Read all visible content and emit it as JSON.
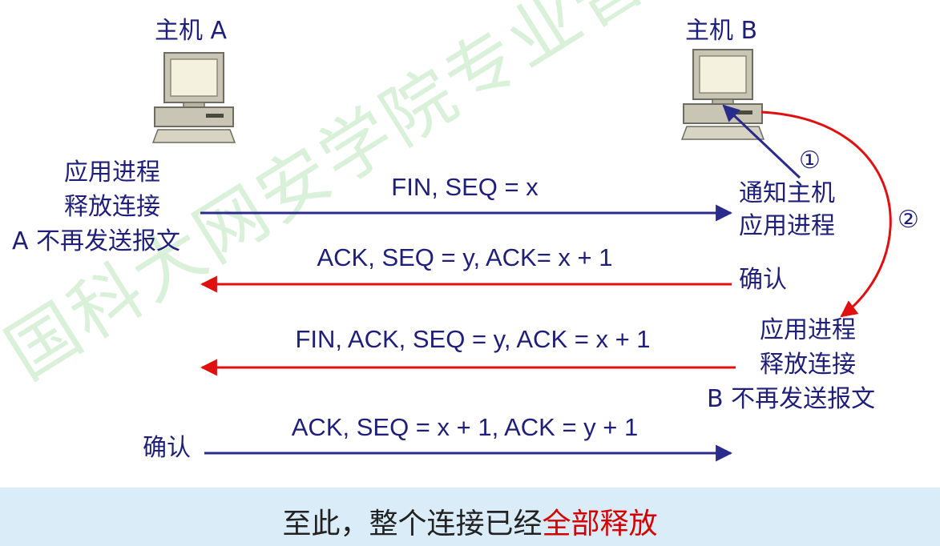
{
  "host_a": {
    "label": "主机 A"
  },
  "host_b": {
    "label": "主机 B"
  },
  "host_a_notes": {
    "line1": "应用进程",
    "line2": "释放连接",
    "line3": "A 不再发送报文",
    "ack": "确认"
  },
  "host_b_notes": {
    "circle1": "①",
    "notify1": "通知主机",
    "notify2": "应用进程",
    "confirm": "确认",
    "circle2": "②",
    "release1": "应用进程",
    "release2": "释放连接",
    "release3": "B 不再发送报文"
  },
  "messages": [
    {
      "label": "FIN, SEQ = x",
      "direction": "A→B",
      "color": "#2b2b8c"
    },
    {
      "label": "ACK, SEQ = y, ACK= x + 1",
      "direction": "B→A",
      "color": "#e01010"
    },
    {
      "label": "FIN, ACK, SEQ = y, ACK = x + 1",
      "direction": "B→A",
      "color": "#e01010"
    },
    {
      "label": "ACK, SEQ = x + 1, ACK = y + 1",
      "direction": "A→B",
      "color": "#2b2b8c"
    }
  ],
  "banner": {
    "prefix": "至此，整个连接已经",
    "highlight": "全部释放"
  },
  "watermark": "国科大网安学院专业普及课《网络协议安全》",
  "colors": {
    "blue": "#2b2b8c",
    "red": "#e01010",
    "banner_bg": "#d9ecf7"
  }
}
